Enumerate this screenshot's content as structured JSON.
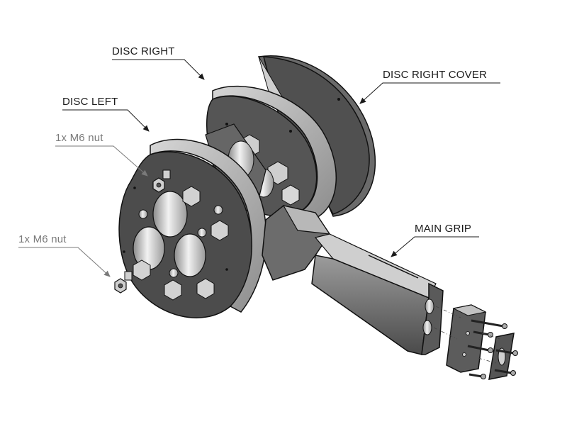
{
  "labels": {
    "disc_right": "DISC RIGHT",
    "disc_right_cover": "DISC RIGHT COVER",
    "disc_left": "DISC LEFT",
    "nut_upper": "1x M6 nut",
    "nut_lower": "1x M6 nut",
    "main_grip": "MAIN GRIP"
  },
  "colors": {
    "label_dark": "#1a1a1a",
    "label_gray": "#7a7a7a",
    "part_face": "#505050",
    "part_side": "#6e6e6e",
    "part_light": "#b9b9b9",
    "outline": "#111111"
  }
}
